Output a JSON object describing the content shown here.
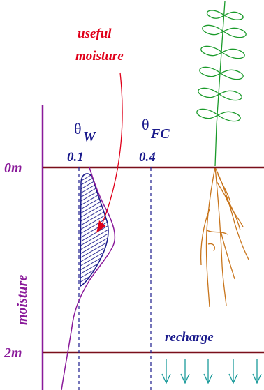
{
  "annotations": {
    "useful_line1": "useful",
    "useful_line2": "moisture",
    "recharge": "recharge",
    "axis_label": "moisture"
  },
  "depth_labels": {
    "top": "0m",
    "bottom": "2m"
  },
  "thresholds": {
    "wilting": {
      "symbol": "θ",
      "subscript": "W",
      "value": "0.1"
    },
    "field_capacity": {
      "symbol": "θ",
      "subscript": "FC",
      "value": "0.4"
    }
  },
  "colors": {
    "ground": "#7a0f1a",
    "axis": "#8a1a9a",
    "moisture_curve": "#8a1a9a",
    "useful_arrow": "#e0001a",
    "thresholds": "#1a1a8c",
    "plant": "#1a9a2a",
    "roots": "#c8741a",
    "recharge_arrows": "#1a9a9a"
  },
  "icons": [
    "plant-icon",
    "roots-icon",
    "recharge-arrow-icon"
  ]
}
